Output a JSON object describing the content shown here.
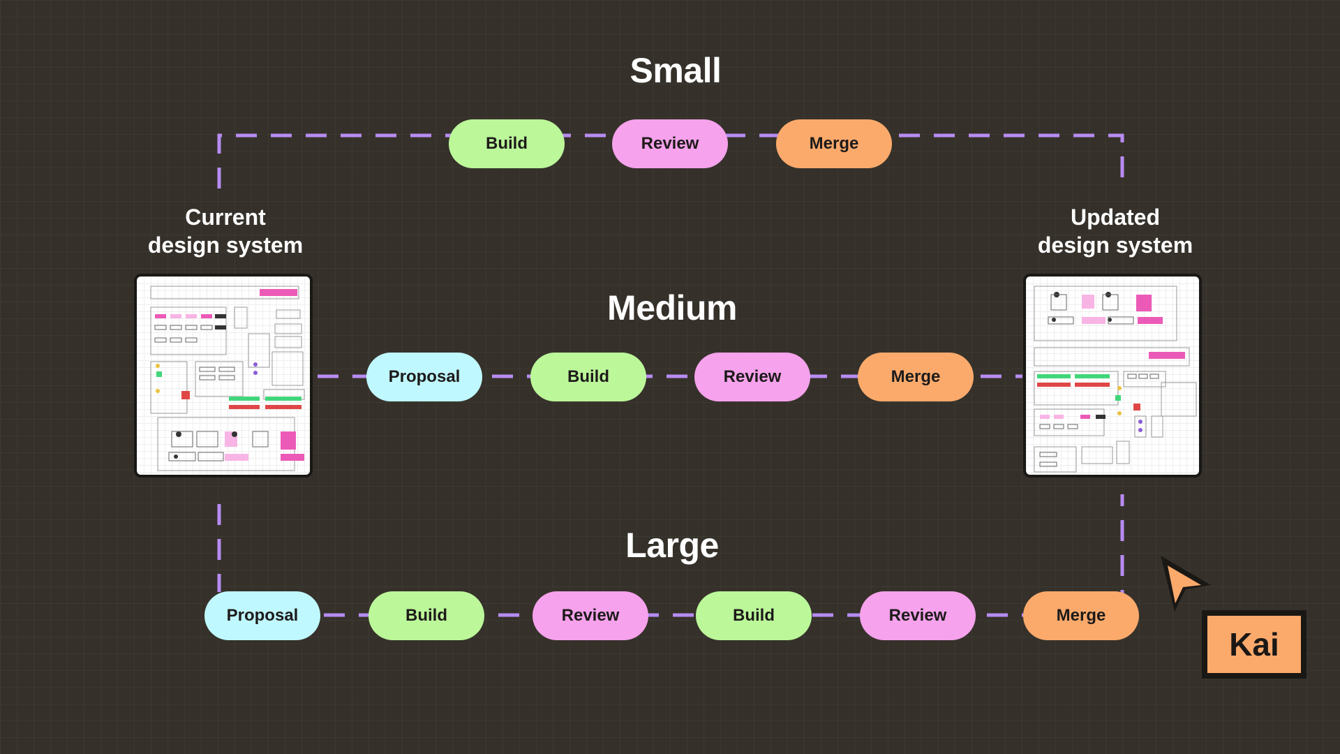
{
  "sections": {
    "small": {
      "title": "Small",
      "steps": [
        "Build",
        "Review",
        "Merge"
      ]
    },
    "medium": {
      "title": "Medium",
      "steps": [
        "Proposal",
        "Build",
        "Review",
        "Merge"
      ]
    },
    "large": {
      "title": "Large",
      "steps": [
        "Proposal",
        "Build",
        "Review",
        "Build",
        "Review",
        "Merge"
      ]
    }
  },
  "labels": {
    "current": [
      "Current",
      "design system"
    ],
    "updated": [
      "Updated",
      "design system"
    ]
  },
  "collaborator": {
    "name": "Kai",
    "color": "#fcaa6c"
  },
  "colors": {
    "background": "#35312a",
    "connector": "#b78cf2",
    "proposal": "#c0f8ff",
    "build": "#bcf79a",
    "review": "#f6a2ec",
    "merge": "#fcaa6c"
  }
}
